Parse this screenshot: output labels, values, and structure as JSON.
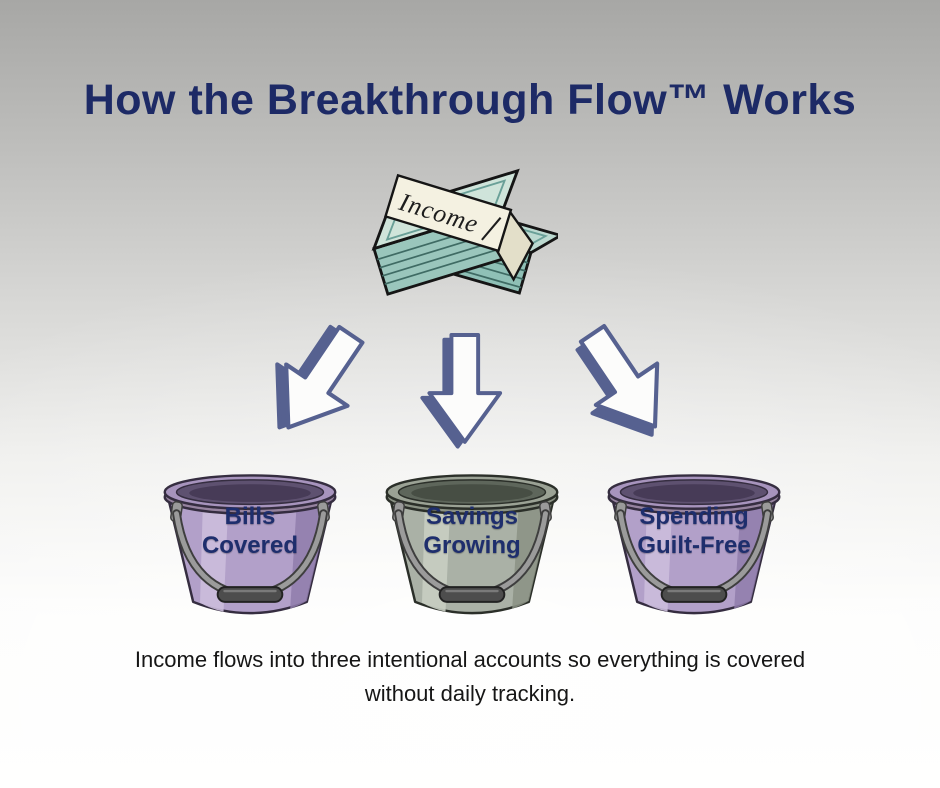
{
  "title": "How the Breakthrough Flow™ Works",
  "money": {
    "band_label": "Income"
  },
  "arrows": [
    {
      "direction": "down-left",
      "target": "Bills Covered"
    },
    {
      "direction": "down",
      "target": "Savings Growing"
    },
    {
      "direction": "down-right",
      "target": "Spending Guilt-Free"
    }
  ],
  "buckets": [
    {
      "label_line1": "Bills",
      "label_line2": "Covered",
      "color_variant": "purple"
    },
    {
      "label_line1": "Savings",
      "label_line2": "Growing",
      "color_variant": "gray"
    },
    {
      "label_line1": "Spending",
      "label_line2": "Guilt-Free",
      "color_variant": "purple"
    }
  ],
  "caption": "Income flows into three intentional accounts so everything is covered without daily tracking.",
  "colors": {
    "title_navy": "#1d2a66",
    "bucket_label_navy": "#1e2e6d",
    "arrow_slate": "#566190",
    "bucket_purple": "#b2a0c9",
    "bucket_gray": "#aab1a6",
    "money_teal": "#9ac6bc",
    "band_cream": "#f4f1e1",
    "handle_gray": "#9b9b9b",
    "background_top": "#a7a7a5",
    "background_bottom": "#fffffe",
    "caption_text": "#161616"
  }
}
